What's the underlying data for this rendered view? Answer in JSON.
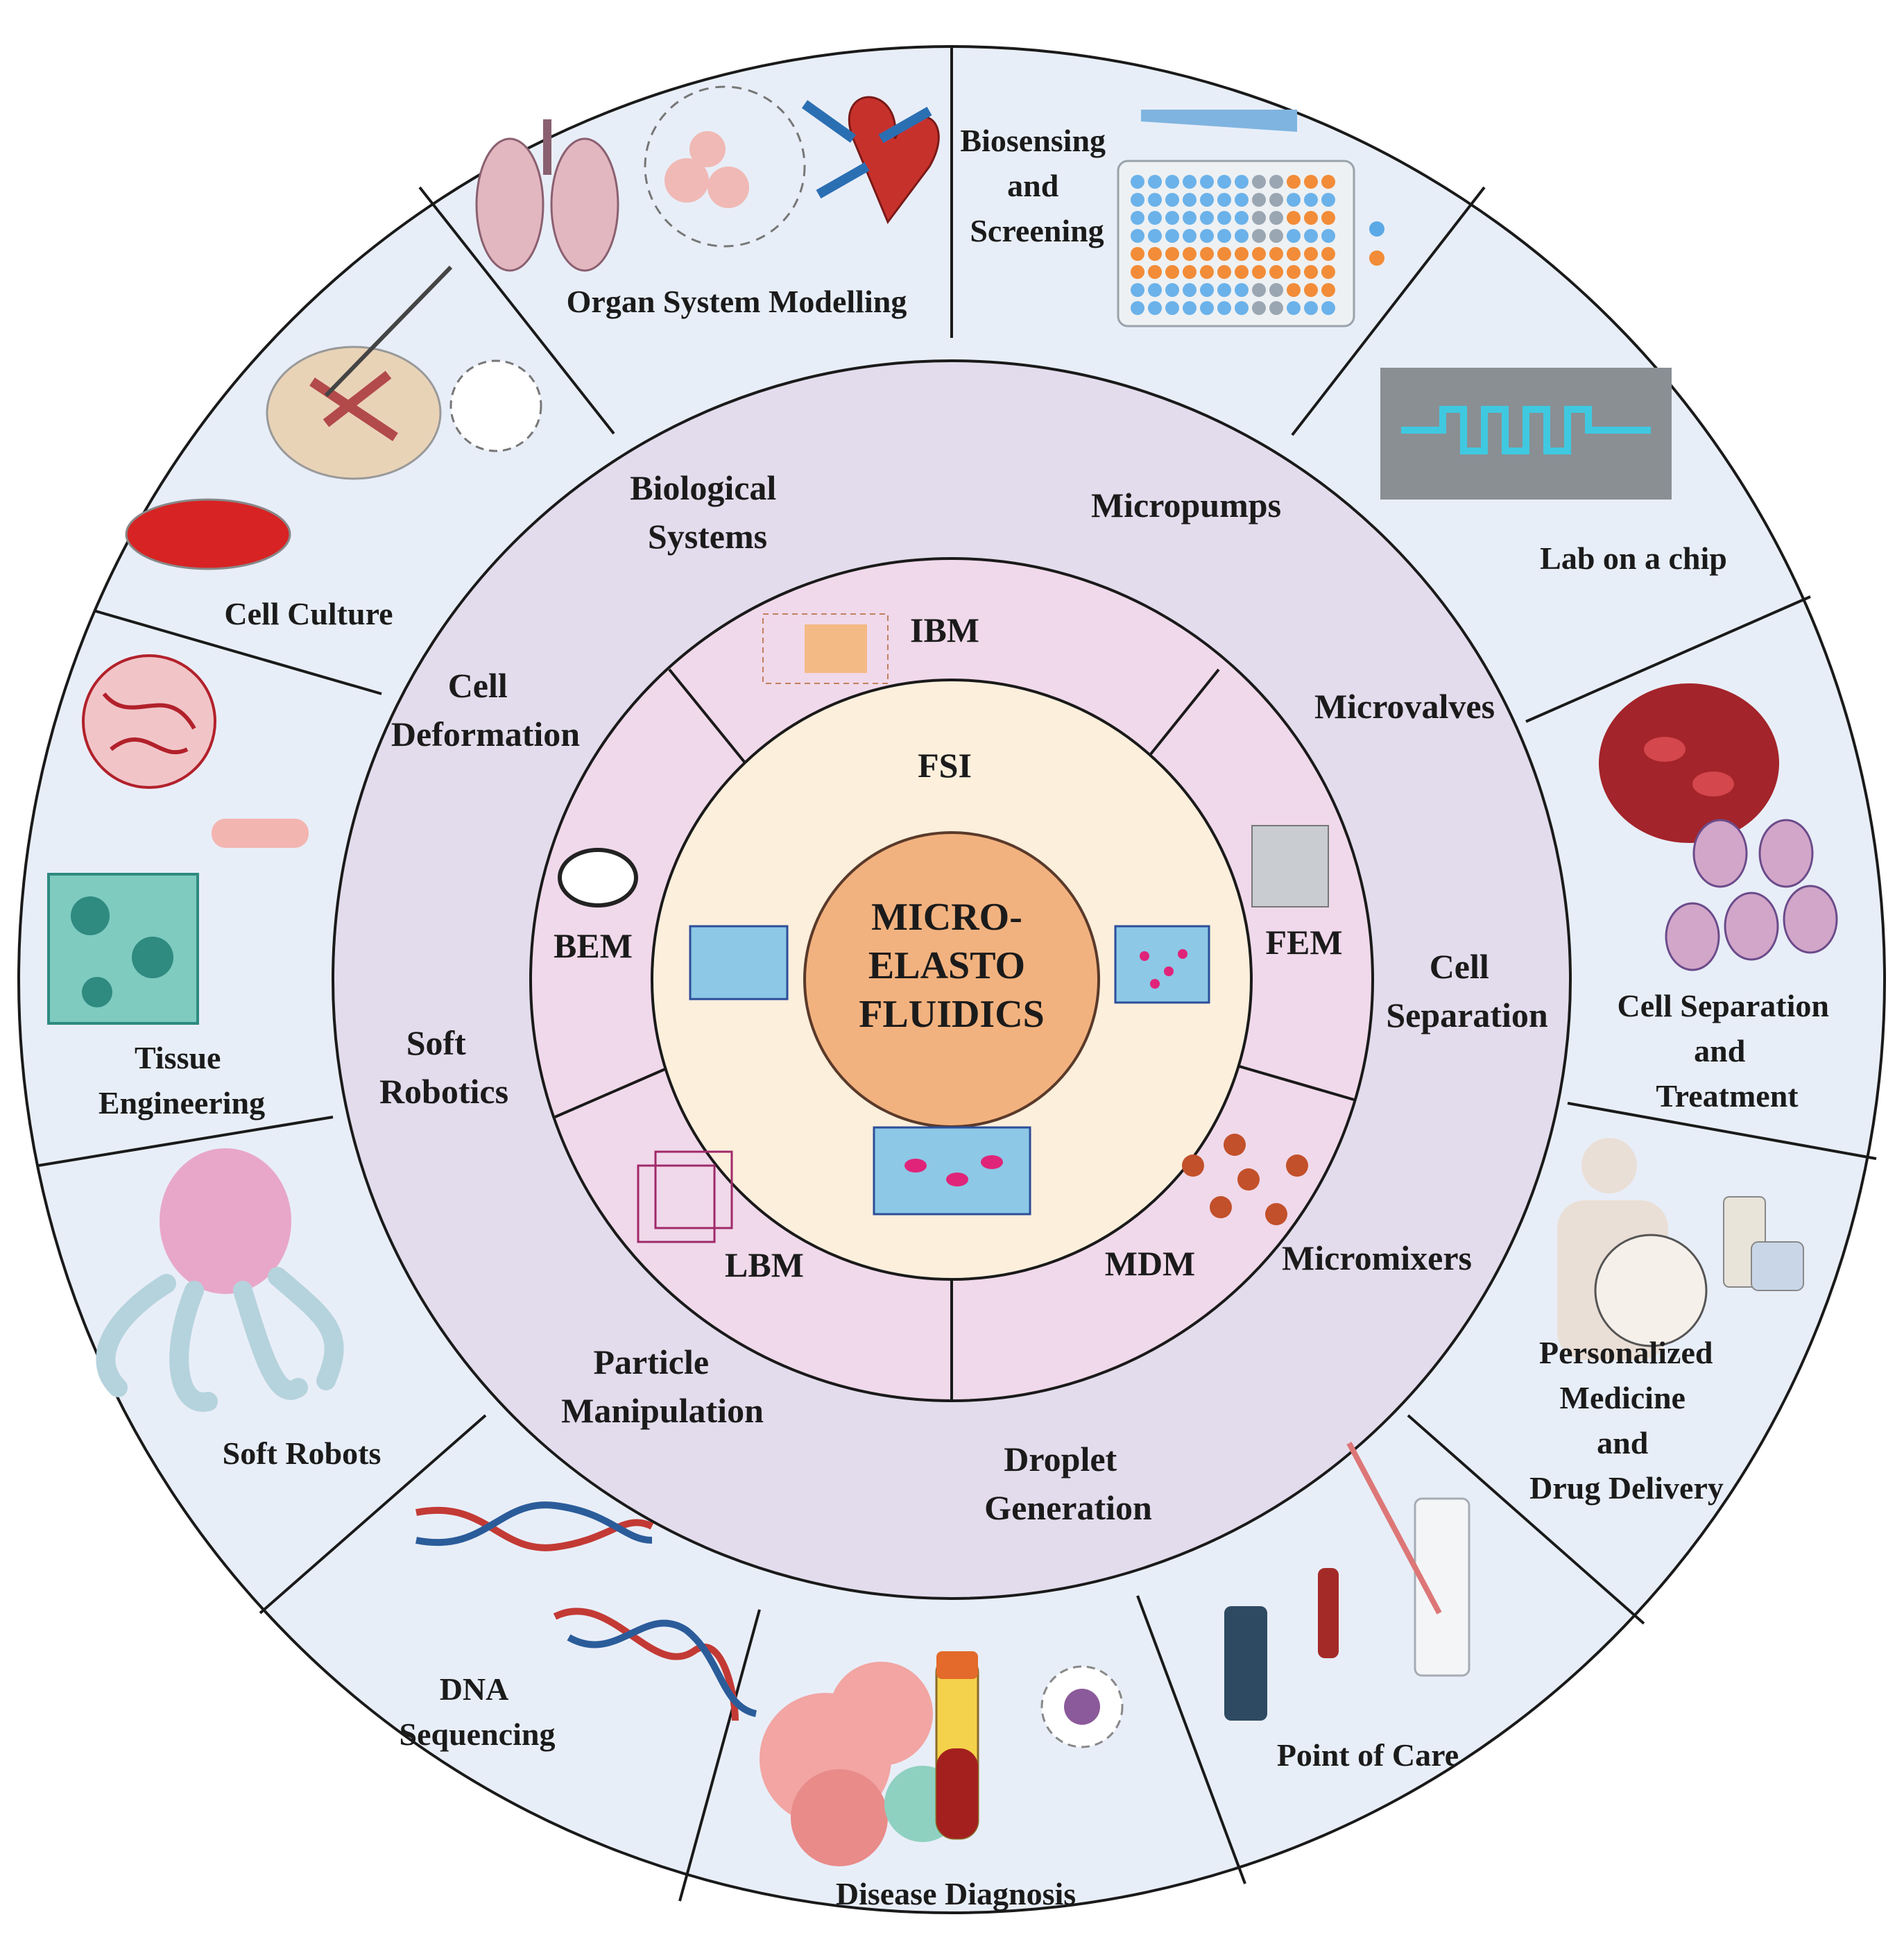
{
  "center": {
    "lines": [
      "MICRO-",
      "ELASTO",
      "FLUIDICS"
    ]
  },
  "fsi_label": "FSI",
  "methods": [
    "IBM",
    "BEM",
    "FEM",
    "LBM",
    "MDM"
  ],
  "research_areas": {
    "biological_systems": [
      "Biological",
      "Systems"
    ],
    "micropumps": [
      "Micropumps"
    ],
    "cell_deformation": [
      "Cell",
      "Deformation"
    ],
    "microvalves": [
      "Microvalves"
    ],
    "soft_robotics": [
      "Soft",
      "Robotics"
    ],
    "cell_separation": [
      "Cell",
      "Separation"
    ],
    "micromixers": [
      "Micromixers"
    ],
    "particle_manipulation": [
      "Particle",
      "Manipulation"
    ],
    "droplet_generation": [
      "Droplet",
      "Generation"
    ]
  },
  "applications": {
    "organ_system_modelling": [
      "Organ System Modelling"
    ],
    "biosensing_screening": [
      "Biosensing",
      "and",
      "Screening"
    ],
    "lab_on_a_chip": [
      "Lab on a chip"
    ],
    "cell_separation_treatment": [
      "Cell Separation",
      "and",
      "Treatment"
    ],
    "personalized_medicine": [
      "Personalized",
      "Medicine",
      "and",
      "Drug Delivery"
    ],
    "point_of_care": [
      "Point of Care"
    ],
    "disease_diagnosis": [
      "Disease Diagnosis"
    ],
    "dna_sequencing": [
      "DNA",
      "Sequencing"
    ],
    "soft_robots": [
      "Soft Robots"
    ],
    "tissue_engineering": [
      "Tissue",
      "Engineering"
    ],
    "cell_culture": [
      "Cell Culture"
    ]
  },
  "colors": {
    "outer_ring": "#e8eef8",
    "middle_ring": "#e3dcec",
    "method_ring": "#f0d9ea",
    "fsi_ring": "#fcefdc",
    "core": "#f2b27f",
    "stroke": "#1a1a1a"
  }
}
